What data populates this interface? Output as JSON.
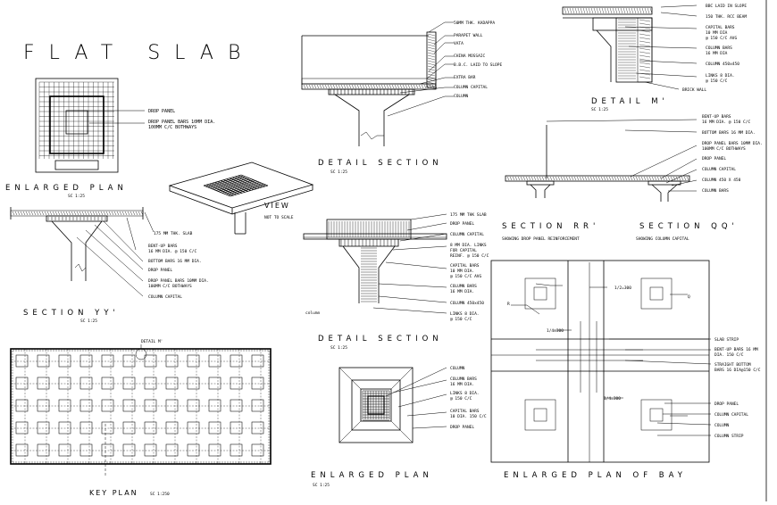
{
  "title": "FLAT SLAB",
  "top_left_plan": {
    "title": "ENLARGED PLAN",
    "scale": "SC 1:25",
    "labels": [
      "DROP PANEL",
      "DROP PANEL BARS 10MM DIA.",
      "100MM C/C BOTHWAYS"
    ]
  },
  "view": {
    "title": "VIEW",
    "note": "NOT TO SCALE"
  },
  "section_yy": {
    "title": "SECTION YY'",
    "scale": "SC 1:25",
    "labels": [
      "175 MM THK. SLAB",
      "BENT-UP BARS",
      "16 MM DIA. @ 150 C/C",
      "BOTTOM BARS 16 MM DIA.",
      "DROP PANEL",
      "DROP PANEL BARS 10MM DIA.",
      "100MM C/C BOTHWAYS",
      "COLUMN CAPITAL"
    ]
  },
  "key_plan": {
    "title": "KEY PLAN",
    "scale": "SC 1:250",
    "detail_label": "DETAIL M'"
  },
  "detail_section_1": {
    "title": "DETAIL SECTION",
    "scale": "SC 1:25",
    "labels": [
      "50MM THK. KADAPPA",
      "PARAPET WALL",
      "VATA",
      "CHINA MOSSAIC",
      "B.B.C. LAID TO SLOPE",
      "EXTRA BAR",
      "COLUMN CAPITAL",
      "COLUMN"
    ]
  },
  "detail_section_2": {
    "title": "DETAIL SECTION",
    "scale": "SC 1:25",
    "column_label": "column",
    "labels": [
      "175 MM THK SLAB",
      "DROP PANEL",
      "COLUMN CAPITAL",
      "8 MM DIA. LINKS",
      "FOR CAPITAL",
      "REINF. @ 150 C/C",
      "CAPITAL BARS",
      "10 MM DIA.",
      "@ 150 C/C AVG",
      "COLUMN BARS",
      "16 MM DIA.",
      "COLUMN 450x450",
      "LINKS 8 DIA.",
      "@ 150 C/C"
    ]
  },
  "enlarged_plan_2": {
    "title": "ENLARGED PLAN",
    "scale": "SC 1:25",
    "labels": [
      "COLUMN",
      "COLUMN BARS",
      "16 MM DIA.",
      "LINKS 8 DIA.",
      "@ 150 C/C",
      "CAPITAL BARS",
      "10 DIA. 150 C/C",
      "DROP PANEL"
    ]
  },
  "detail_m": {
    "title": "DETAIL M'",
    "scale": "SC 1:25",
    "labels": [
      "BBC LAID IN SLOPE",
      "150 THK. RCC BEAM",
      "CAPITAL BARS",
      "10 MM DIA",
      "@ 150 C/C AVG",
      "COLUMN BARS",
      "16 MM DIA",
      "COLUMN 450x450",
      "LINKS 8 DIA.",
      "@ 150 C/C",
      "BRICK WALL"
    ]
  },
  "section_rr": {
    "title": "SECTION RR'",
    "subtitle": "SHOWING DROP PANEL REINFORCEMENT",
    "labels": [
      "BENT-UP BARS",
      "16 MM DIA. @ 150 C/C",
      "BOTTOM BARS 16 MM DIA.",
      "DROP PANEL BARS 10MM DIA.",
      "100MM C/C BOTHWAYS",
      "DROP PANEL",
      "COLUMN CAPITAL",
      "COLUMN 450 X 450",
      "COLUMN BARS"
    ]
  },
  "section_qq": {
    "title": "SECTION QQ'",
    "subtitle": "SHOWING COLUMN CAPITAL"
  },
  "bay_plan": {
    "title": "ENLARGED PLAN OF BAY",
    "marks": [
      "1/2=300",
      "1/4=300",
      "1/4=300",
      "R",
      "Q"
    ],
    "labels": [
      "SLAB STRIP",
      "BENT-UP BARS 16 MM",
      "DIA. 150 C/C",
      "STRAIGHT BOTTOM",
      "BARS 16  DIA@150 C/C",
      "DROP PANEL",
      "COLUMN CAPITAL",
      "COLUMN",
      "COLUMN STRIP"
    ]
  }
}
